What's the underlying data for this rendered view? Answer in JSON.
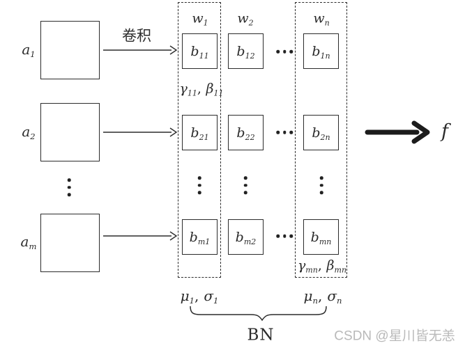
{
  "colors": {
    "line": "#2b2b2b",
    "background": "#ffffff",
    "watermark": "#b9b9b9"
  },
  "inputs": [
    {
      "base": "a",
      "sub": "1"
    },
    {
      "base": "a",
      "sub": "2"
    },
    {
      "base": "a",
      "sub": "m"
    }
  ],
  "conv_label": "卷积",
  "col_headers": [
    {
      "base": "w",
      "sub": "1"
    },
    {
      "base": "w",
      "sub": "2"
    },
    {
      "base": "w",
      "sub": "n"
    }
  ],
  "cells": [
    [
      {
        "base": "b",
        "sub": "11"
      },
      {
        "base": "b",
        "sub": "12"
      },
      {
        "base": "b",
        "sub": "1n"
      }
    ],
    [
      {
        "base": "b",
        "sub": "21"
      },
      {
        "base": "b",
        "sub": "22"
      },
      {
        "base": "b",
        "sub": "2n"
      }
    ],
    [
      {
        "base": "b",
        "sub": "m1"
      },
      {
        "base": "b",
        "sub": "m2"
      },
      {
        "base": "b",
        "sub": "mn"
      }
    ]
  ],
  "gamma_beta": [
    {
      "gamma": "γ",
      "gamma_sub": "11",
      "sep": ",",
      "beta": "β",
      "beta_sub": "11"
    },
    {
      "gamma": "γ",
      "gamma_sub": "mn",
      "sep": ",",
      "beta": "β",
      "beta_sub": "mn"
    }
  ],
  "mu_sigma": [
    {
      "mu": "μ",
      "mu_sub": "1",
      "sep": ",",
      "sigma": "σ",
      "sigma_sub": "1"
    },
    {
      "mu": "μ",
      "mu_sub": "n",
      "sep": ",",
      "sigma": "σ",
      "sigma_sub": "n"
    }
  ],
  "brace_label": "BN",
  "output_label": "f",
  "watermark": "CSDN @星川皆无恙"
}
